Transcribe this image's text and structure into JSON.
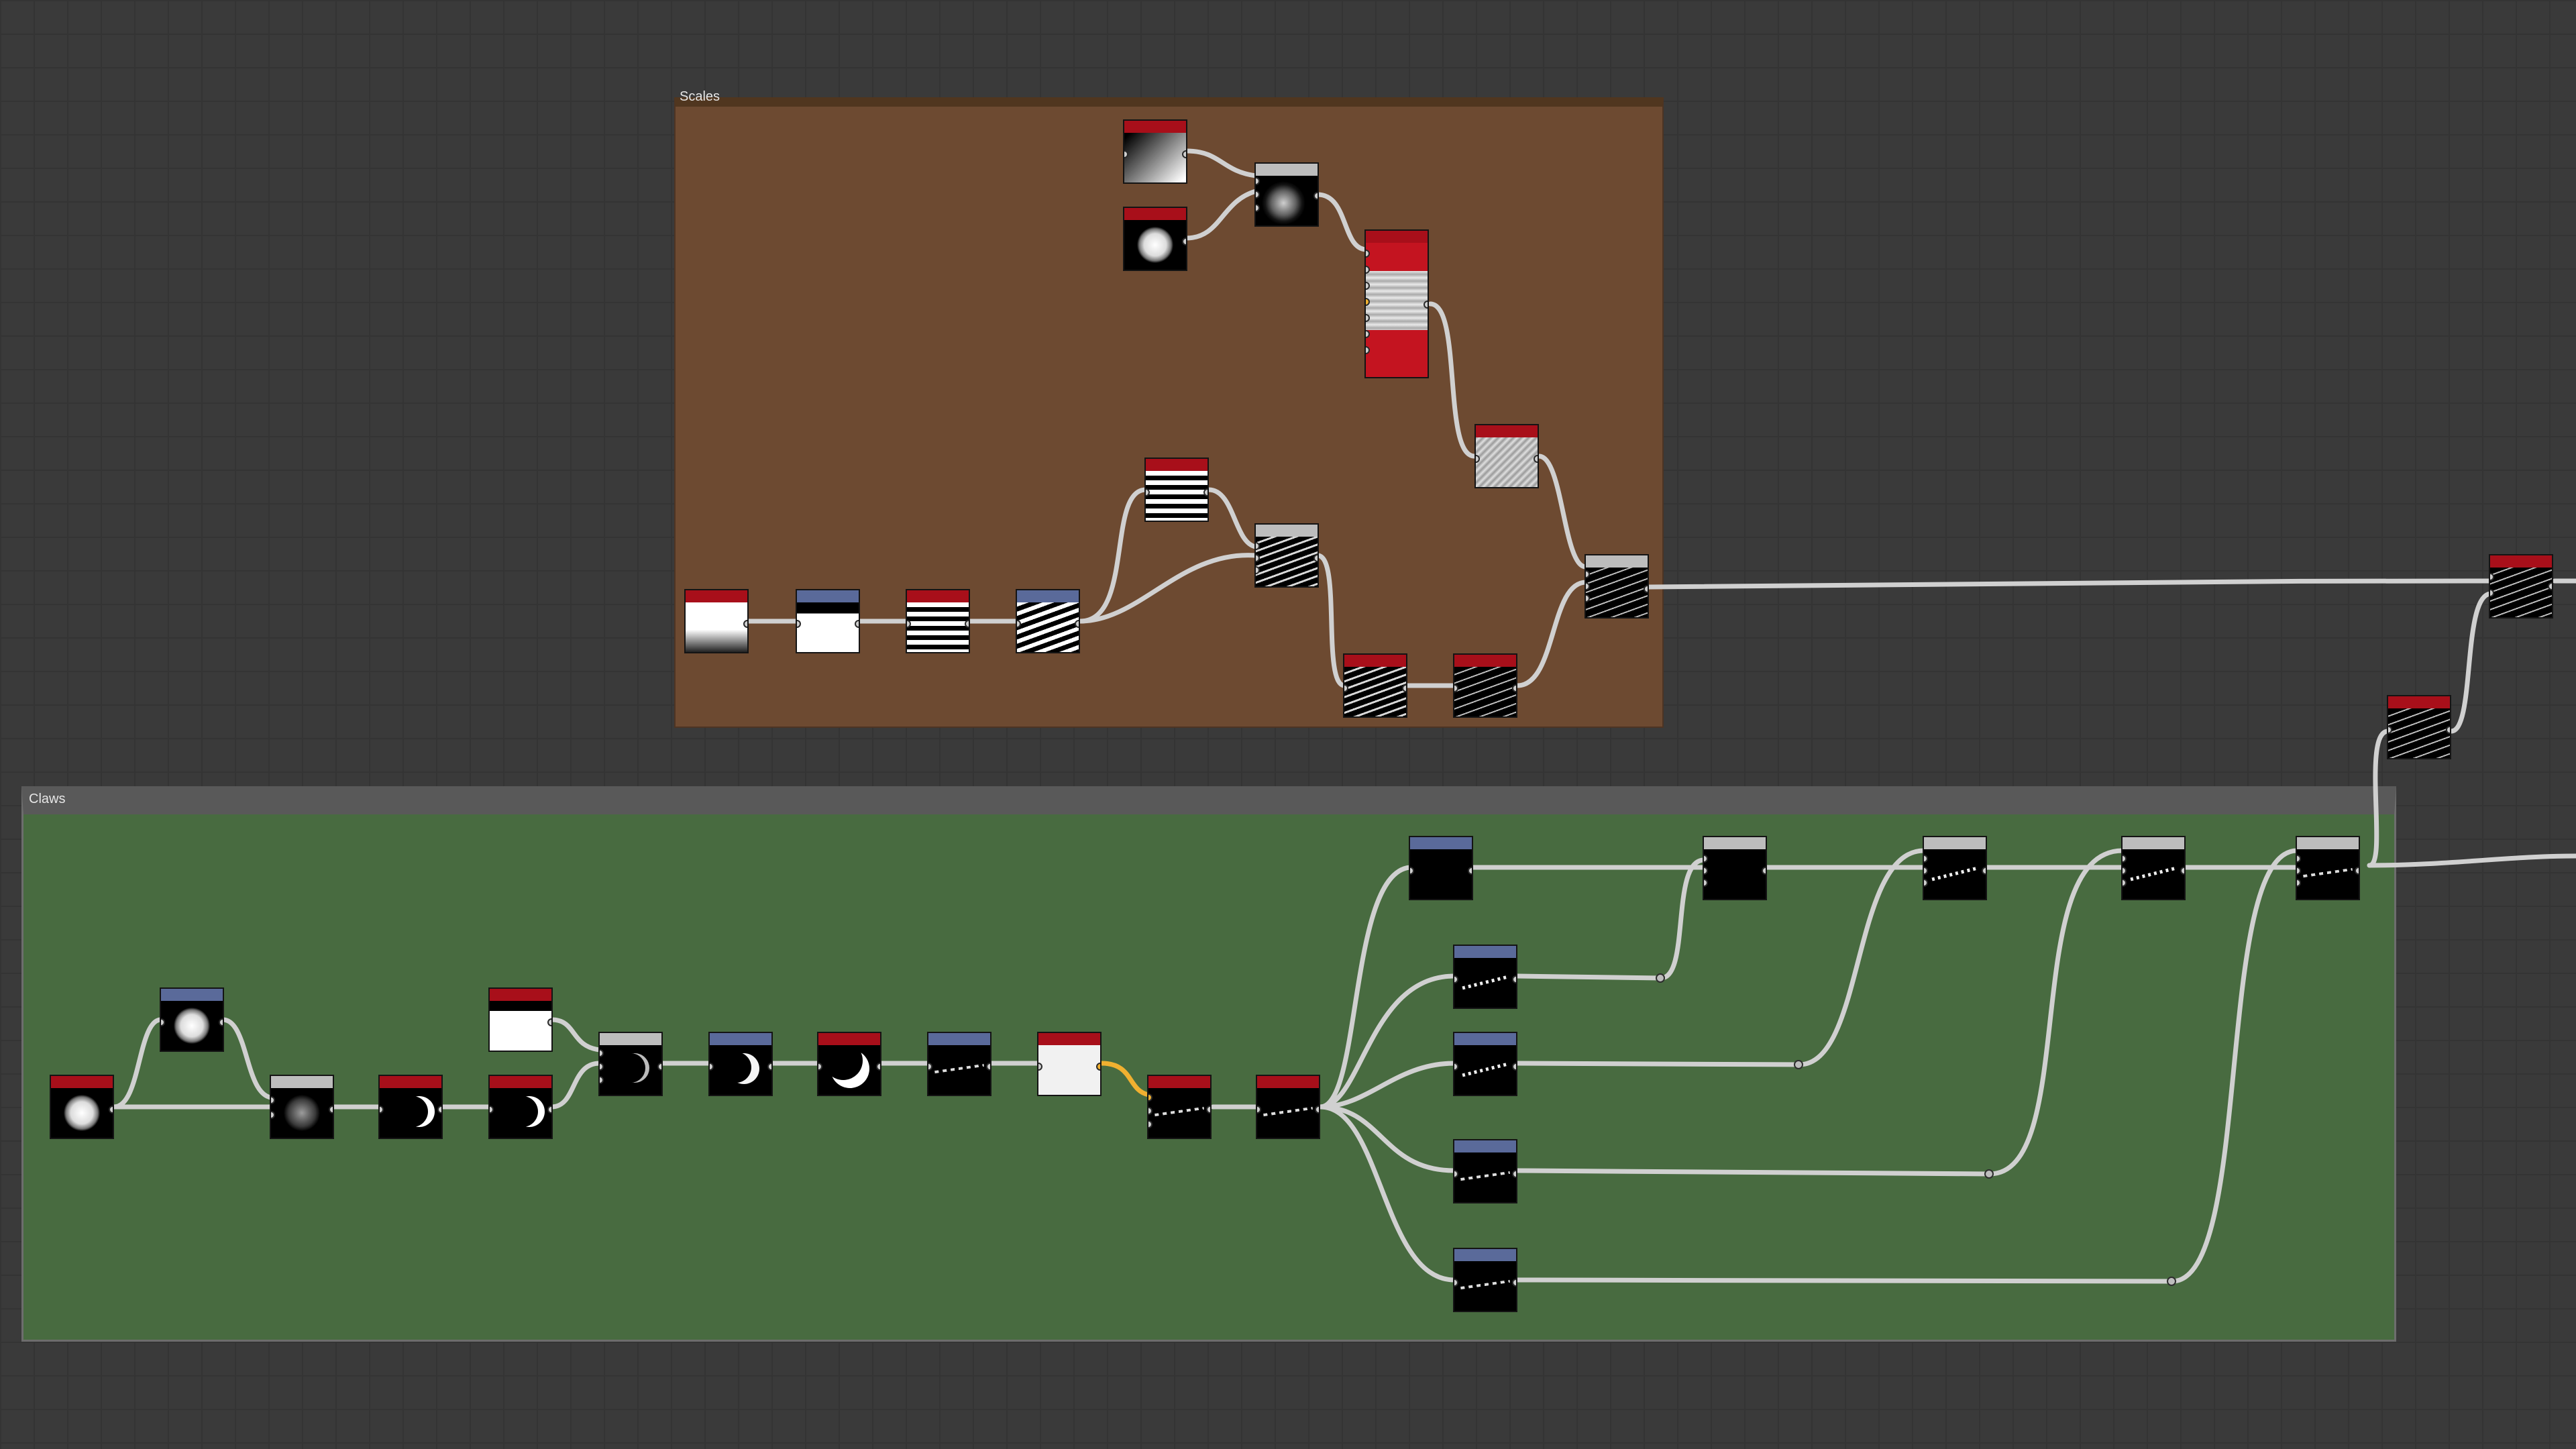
{
  "frames": {
    "scales": {
      "title": "Scales",
      "color": "#6d4a31"
    },
    "claws": {
      "title": "Claws",
      "color": "#486b40"
    }
  },
  "header_colors": {
    "red": "#a80f1a",
    "blue": "#5a6a9a",
    "grey": "#bdbdbd"
  },
  "link_color": "#d0d0d0",
  "link_highlight_color": "#f0b030",
  "nodes": {
    "scales": [
      {
        "name": "gradient-node",
        "header": "red",
        "pattern": "gradient-diag"
      },
      {
        "name": "sphere-shape-node",
        "header": "red",
        "pattern": "sphere"
      },
      {
        "name": "blend-sphere-node",
        "header": "grey",
        "pattern": "shaded-sphere"
      },
      {
        "name": "multi-input-node",
        "header": "red",
        "pattern": "grey-noise-tall"
      },
      {
        "name": "noise-node",
        "header": "red",
        "pattern": "grey-noise"
      },
      {
        "name": "linear-gradient-node",
        "header": "red",
        "pattern": "gradient-v"
      },
      {
        "name": "levels-node",
        "header": "blue",
        "pattern": "band"
      },
      {
        "name": "tile-stripes-node",
        "header": "red",
        "pattern": "stripes-h"
      },
      {
        "name": "transform-stripes-node",
        "header": "blue",
        "pattern": "stripes-diag"
      },
      {
        "name": "stripes-upper-node",
        "header": "red",
        "pattern": "stripes-h"
      },
      {
        "name": "blend-stripes-node",
        "header": "grey",
        "pattern": "stripes-diag2"
      },
      {
        "name": "stripes-warp-node",
        "header": "red",
        "pattern": "stripes-diag2"
      },
      {
        "name": "stripes-dark-node",
        "header": "red",
        "pattern": "dark-stripes"
      },
      {
        "name": "scales-output-blend-node",
        "header": "grey",
        "pattern": "dark-stripes"
      }
    ],
    "outside": [
      {
        "name": "scales-blend-right-node",
        "header": "red",
        "pattern": "dark-stripes"
      },
      {
        "name": "claws-scales-merge-node",
        "header": "red",
        "pattern": "dark-stripes"
      }
    ],
    "claws": [
      {
        "name": "sphere-source-node",
        "header": "red",
        "pattern": "sphere"
      },
      {
        "name": "sphere-levels-node",
        "header": "blue",
        "pattern": "sphere"
      },
      {
        "name": "sphere-subtract-node",
        "header": "grey",
        "pattern": "sphere-dark"
      },
      {
        "name": "crescent-node",
        "header": "red",
        "pattern": "crescent"
      },
      {
        "name": "crescent-mirror-node",
        "header": "red",
        "pattern": "crescent"
      },
      {
        "name": "mask-gradient-node",
        "header": "red",
        "pattern": "band"
      },
      {
        "name": "crescent-blend-node",
        "header": "grey",
        "pattern": "crescent-thin"
      },
      {
        "name": "crescent-curve-node",
        "header": "blue",
        "pattern": "crescent-l"
      },
      {
        "name": "claw-shape-node",
        "header": "red",
        "pattern": "claw"
      },
      {
        "name": "claw-tile-node",
        "header": "blue",
        "pattern": "dash-sparse"
      },
      {
        "name": "white-color-node",
        "header": "red",
        "pattern": "white"
      },
      {
        "name": "claw-scatter-node",
        "header": "red",
        "pattern": "dash-sparse"
      },
      {
        "name": "claw-splitter-node",
        "header": "red",
        "pattern": "dash-sparse"
      },
      {
        "name": "claw-base-node",
        "header": "blue",
        "pattern": "black"
      },
      {
        "name": "claw-variant-1-node",
        "header": "blue",
        "pattern": "slash"
      },
      {
        "name": "claw-variant-2-node",
        "header": "blue",
        "pattern": "slash"
      },
      {
        "name": "claw-variant-3-node",
        "header": "blue",
        "pattern": "dash-sparse"
      },
      {
        "name": "claw-variant-4-node",
        "header": "blue",
        "pattern": "dash-sparse"
      },
      {
        "name": "claw-blend-1-node",
        "header": "grey",
        "pattern": "black"
      },
      {
        "name": "claw-blend-2-node",
        "header": "grey",
        "pattern": "slash"
      },
      {
        "name": "claw-blend-3-node",
        "header": "grey",
        "pattern": "slash"
      },
      {
        "name": "claw-blend-4-node",
        "header": "grey",
        "pattern": "dash-sparse"
      }
    ]
  }
}
